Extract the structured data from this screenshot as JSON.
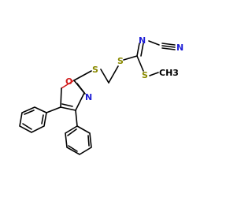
{
  "atoms": {
    "O": "O",
    "N_ring": "N",
    "S_link": "S",
    "S_thio": "S",
    "S_methyl": "S",
    "N_imine": "N",
    "N_cyano": "N",
    "methyl": "CH3"
  },
  "colors": {
    "sulfur": "#8a8a00",
    "nitrogen": "#1f1fd6",
    "oxygen": "#d11a1a",
    "bond": "#000000"
  }
}
